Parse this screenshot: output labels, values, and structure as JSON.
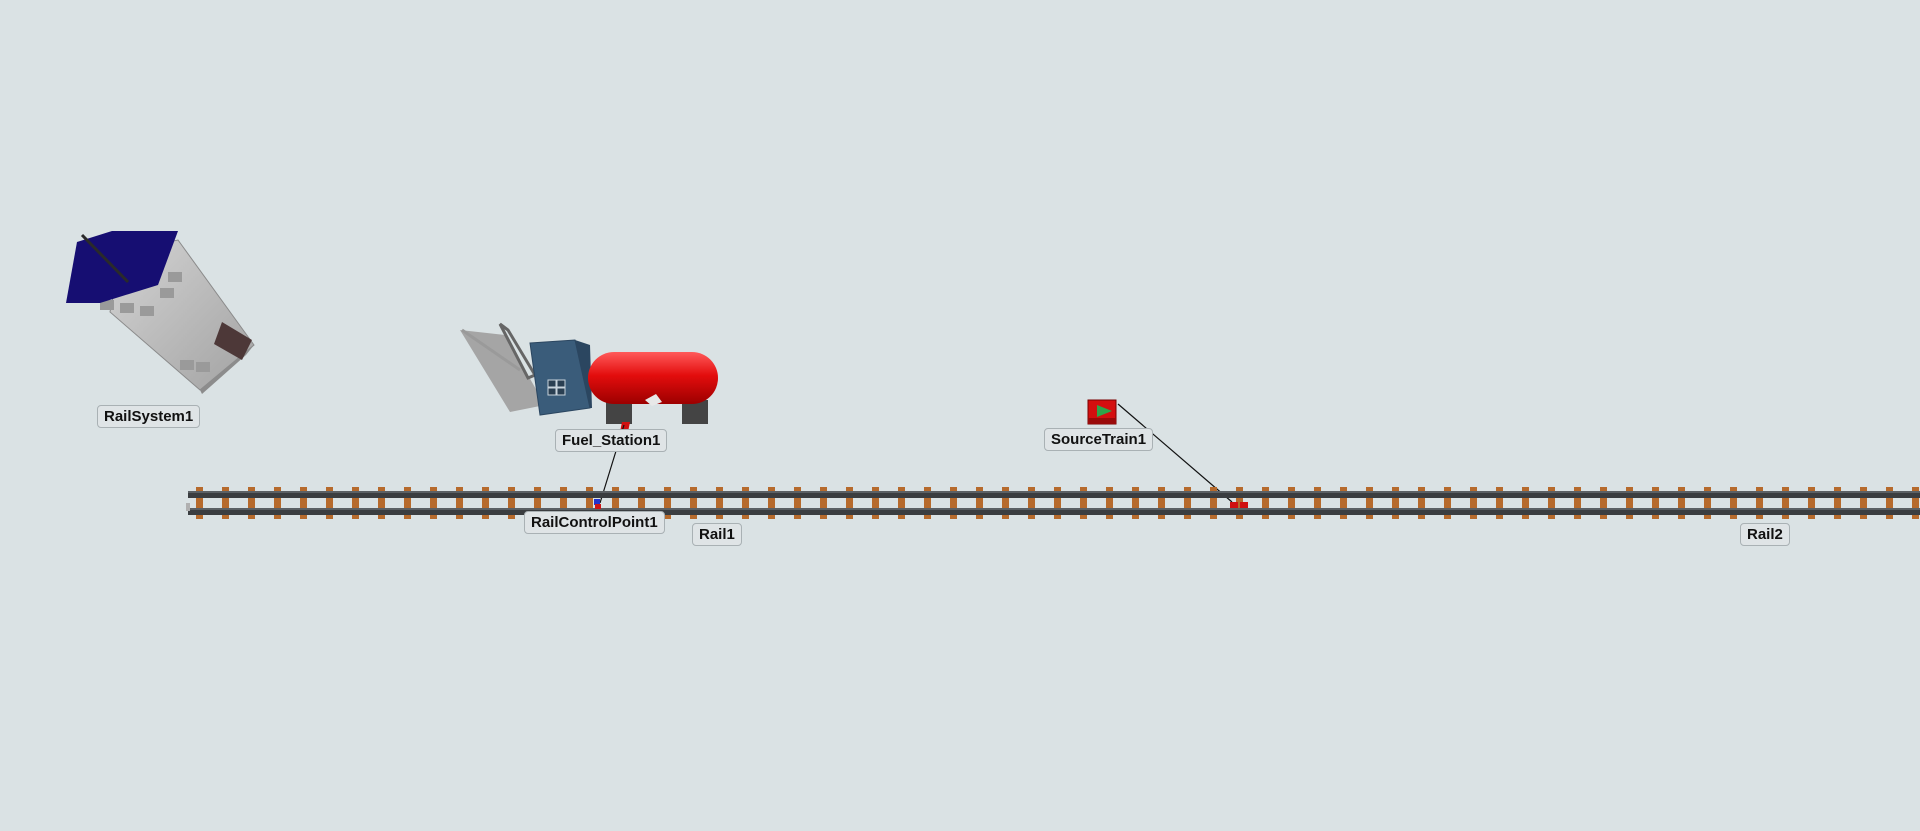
{
  "scene": {
    "background_color": "#dae2e4",
    "objects": {
      "rail_system": {
        "label": "RailSystem1"
      },
      "fuel_station": {
        "label": "Fuel_Station1"
      },
      "source_train": {
        "label": "SourceTrain1"
      },
      "rail_control_point": {
        "label": "RailControlPoint1"
      },
      "rail1": {
        "label": "Rail1"
      },
      "rail2": {
        "label": "Rail2"
      }
    },
    "colors": {
      "tie": "#b66a2c",
      "rail": "#3c3f42",
      "rail_system_roof": "#160e72",
      "tank": "#e11010",
      "booth": "#3a5c7a"
    }
  }
}
